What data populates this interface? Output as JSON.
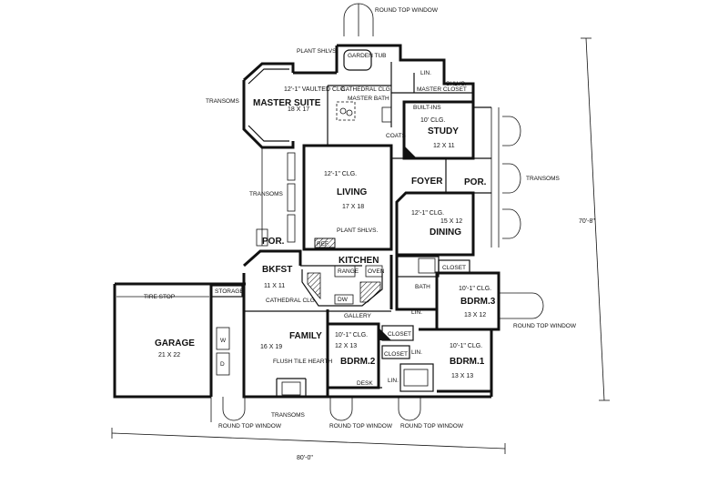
{
  "labels": {
    "round_top_window_top": "ROUND TOP WINDOW",
    "plant_shlvs_top": "PLANT SHLVS.",
    "garden_tub": "GARDEN TUB",
    "lin_top": "LIN.",
    "shlvs": "SHLVS.",
    "master_closet": "MASTER CLOSET",
    "cathedral_clg_master": "CATHEDRAL CLG.",
    "master_bath": "MASTER BATH",
    "transoms_left_top": "TRANSOMS",
    "master_suite": "MASTER SUITE",
    "master_suite_clg": "12'-1\" VAULTED CLG.",
    "master_suite_size": "18 X 17",
    "built_ins": "BUILT-INS",
    "study_clg": "10' CLG.",
    "study": "STUDY",
    "study_size": "12 X 11",
    "coats": "COATS",
    "living_clg": "12'-1\" CLG.",
    "living": "LIVING",
    "living_size": "17 X 18",
    "foyer": "FOYER",
    "por_front": "POR.",
    "transoms_right": "TRANSOMS",
    "dim_depth": "70'-8\"",
    "transoms_left_mid": "TRANSOMS",
    "dining_clg": "12'-1\" CLG.",
    "dining_size": "15 X 12",
    "dining": "DINING",
    "plant_shlvs_living": "PLANT SHLVS.",
    "ref": "REF.",
    "por_side": "POR.",
    "kitchen": "KITCHEN",
    "range": "RANGE",
    "oven": "OVEN",
    "bkfst": "BKFST",
    "bkfst_size": "11 X 11",
    "closet_bath": "CLOSET",
    "tire_stop": "TIRE STOP",
    "storage": "STORAGE",
    "bath": "BATH",
    "cathedral_clg_family": "CATHEDRAL CLG.",
    "bdrm3_clg": "10'-1\" CLG.",
    "bdrm3": "BDRM.3",
    "bdrm3_size": "13 X 12",
    "dw": "DW",
    "lin_bath": "LIN.",
    "gallery": "GALLERY",
    "round_top_window_right": "ROUND TOP WINDOW",
    "garage": "GARAGE",
    "garage_size": "21 X 22",
    "family": "FAMILY",
    "family_size": "16 X 19",
    "bdrm2_clg": "10'-1\" CLG.",
    "closet_bdrm2": "CLOSET",
    "bdrm2_size": "12 X 13",
    "bdrm1_clg": "10'-1\" CLG.",
    "closet_mid": "CLOSET",
    "lin_mid": "LIN.",
    "bdrm1": "BDRM.1",
    "bdrm1_size": "13 X 13",
    "bdrm2": "BDRM.2",
    "flush_tile_hearth": "FLUSH TILE HEARTH",
    "desk": "DESK",
    "lin_bottom": "LIN.",
    "w": "W",
    "d": "D",
    "round_top_window_bl": "ROUND TOP WINDOW",
    "transoms_bottom": "TRANSOMS",
    "round_top_window_bm": "ROUND TOP WINDOW",
    "round_top_window_br": "ROUND TOP WINDOW",
    "dim_width": "80'-0\""
  }
}
